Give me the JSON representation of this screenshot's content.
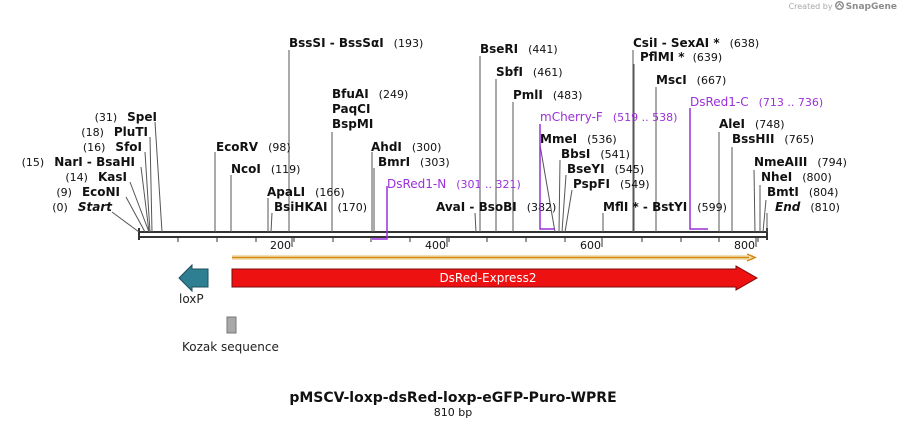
{
  "credit": {
    "prefix": "Created by",
    "brand": "SnapGene"
  },
  "title": "pMSCV-loxp-dsRed-loxp-eGFP-Puro-WPRE",
  "subtitle": "810 bp",
  "ruler": {
    "ticks": [
      "200",
      "400",
      "600",
      "800"
    ]
  },
  "sites": [
    {
      "name": "BssSI  -  BssSαI",
      "pos": "(193)"
    },
    {
      "name": "BseRI",
      "pos": "(441)"
    },
    {
      "name": "SbfI",
      "pos": "(461)"
    },
    {
      "name": "PmlI",
      "pos": "(483)"
    },
    {
      "name": "CsiI  -  SexAI *",
      "pos": "(638)"
    },
    {
      "name": "PflMI *",
      "pos": "(639)"
    },
    {
      "name": "MscI",
      "pos": "(667)"
    },
    {
      "name": "BfuAI",
      "pos": "(249)"
    },
    {
      "name": "PaqCI",
      "pos": ""
    },
    {
      "name": "BspMI",
      "pos": ""
    },
    {
      "name": "AleI",
      "pos": "(748)"
    },
    {
      "name": "BssHII",
      "pos": "(765)"
    },
    {
      "name": "SpeI",
      "pos": "(31)"
    },
    {
      "name": "PluTI",
      "pos": "(18)"
    },
    {
      "name": "SfoI",
      "pos": "(16)"
    },
    {
      "name": "EcoRV",
      "pos": "(98)"
    },
    {
      "name": "AhdI",
      "pos": "(300)"
    },
    {
      "name": "MmeI",
      "pos": "(536)"
    },
    {
      "name": "NarI  -  BsaHI",
      "pos": "(15)"
    },
    {
      "name": "NcoI",
      "pos": "(119)"
    },
    {
      "name": "BmrI",
      "pos": "(303)"
    },
    {
      "name": "BbsI",
      "pos": "(541)"
    },
    {
      "name": "NmeAIII",
      "pos": "(794)"
    },
    {
      "name": "BseYI",
      "pos": "(545)"
    },
    {
      "name": "KasI",
      "pos": "(14)"
    },
    {
      "name": "NheI",
      "pos": "(800)"
    },
    {
      "name": "ApaLI",
      "pos": "(166)"
    },
    {
      "name": "PspFI",
      "pos": "(549)"
    },
    {
      "name": "EcoNI",
      "pos": "(9)"
    },
    {
      "name": "BmtI",
      "pos": "(804)"
    },
    {
      "name": "Start",
      "pos": "(0)"
    },
    {
      "name": "BsiHKAI",
      "pos": "(170)"
    },
    {
      "name": "AvaI  -  BsoBI",
      "pos": "(382)"
    },
    {
      "name": "MflI *  -  BstYI",
      "pos": "(599)"
    },
    {
      "name": "End",
      "pos": "(810)"
    }
  ],
  "primers": [
    {
      "name": "mCherry-F",
      "range": "(519 .. 538)"
    },
    {
      "name": "DsRed1-C",
      "range": "(713 .. 736)"
    },
    {
      "name": "DsRed1-N",
      "range": "(301 .. 321)"
    }
  ],
  "features": {
    "orf": "",
    "dsred": "DsRed-Express2",
    "loxp": "loxP",
    "kozak": "Kozak sequence"
  },
  "colors": {
    "primer": "#9b30d9",
    "dsred": "#ee1111",
    "loxp": "#2f7f93",
    "kozak": "#a8a8a8",
    "orf_bar": "#f2e0b4",
    "orf_line": "#d4860e"
  }
}
